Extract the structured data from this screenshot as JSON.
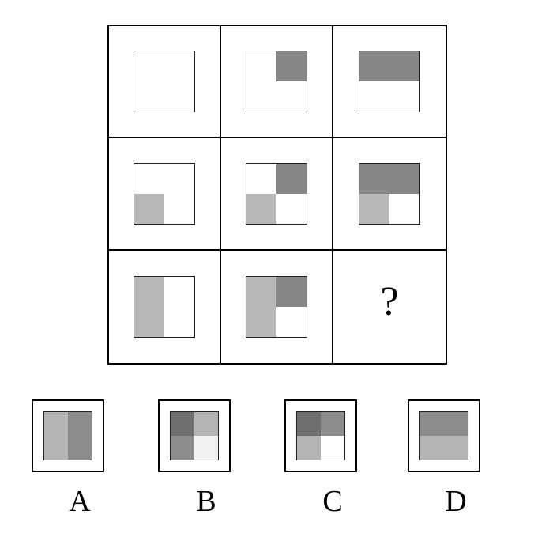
{
  "puzzle": {
    "question_mark": "?",
    "grid_cells": [
      {
        "row": 1,
        "col": 1,
        "tl": "#ffffff",
        "tr": "#ffffff",
        "bl": "#ffffff",
        "br": "#ffffff"
      },
      {
        "row": 1,
        "col": 2,
        "tl": "#ffffff",
        "tr": "#868686",
        "bl": "#ffffff",
        "br": "#ffffff"
      },
      {
        "row": 1,
        "col": 3,
        "tl": "#868686",
        "tr": "#868686",
        "bl": "#ffffff",
        "br": "#ffffff"
      },
      {
        "row": 2,
        "col": 1,
        "tl": "#ffffff",
        "tr": "#ffffff",
        "bl": "#b8b8b8",
        "br": "#ffffff"
      },
      {
        "row": 2,
        "col": 2,
        "tl": "#ffffff",
        "tr": "#868686",
        "bl": "#b8b8b8",
        "br": "#ffffff"
      },
      {
        "row": 2,
        "col": 3,
        "tl": "#868686",
        "tr": "#868686",
        "bl": "#b8b8b8",
        "br": "#ffffff"
      },
      {
        "row": 3,
        "col": 1,
        "tl": "#b8b8b8",
        "tr": "#ffffff",
        "bl": "#b8b8b8",
        "br": "#ffffff"
      },
      {
        "row": 3,
        "col": 2,
        "tl": "#b8b8b8",
        "tr": "#868686",
        "bl": "#b8b8b8",
        "br": "#ffffff"
      },
      {
        "row": 3,
        "col": 3,
        "content": "?"
      }
    ],
    "options": [
      {
        "label": "A",
        "tl": "#b4b4b4",
        "tr": "#8b8b8b",
        "bl": "#b4b4b4",
        "br": "#8b8b8b"
      },
      {
        "label": "B",
        "tl": "#6e6e6e",
        "tr": "#b4b4b4",
        "bl": "#8b8b8b",
        "br": "#f2f2f2"
      },
      {
        "label": "C",
        "tl": "#6e6e6e",
        "tr": "#8b8b8b",
        "bl": "#b4b4b4",
        "br": "#ffffff"
      },
      {
        "label": "D",
        "tl": "#8b8b8b",
        "tr": "#8b8b8b",
        "bl": "#b4b4b4",
        "br": "#b4b4b4"
      }
    ]
  }
}
